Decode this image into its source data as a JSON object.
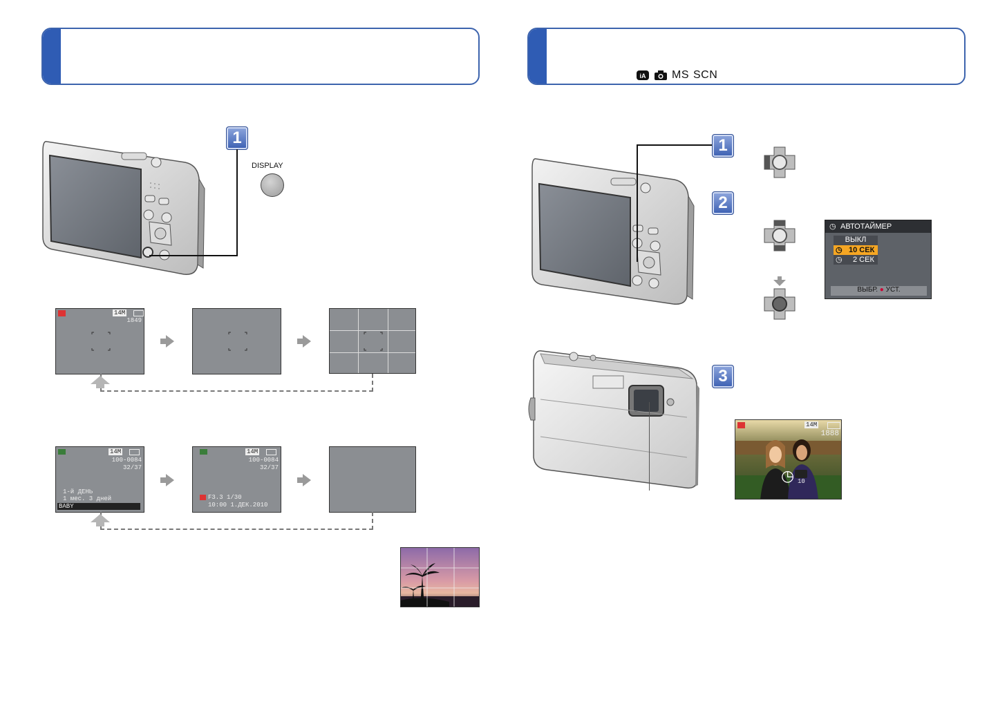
{
  "left_header": {
    "title": ""
  },
  "right_header": {
    "mode_icons": [
      "iA-icon",
      "camera-icon"
    ],
    "mode_text_ms": "MS",
    "mode_text_scn": "SCN"
  },
  "left_step1": {
    "number": "1",
    "button_label": "DISPLAY"
  },
  "right_steps": [
    {
      "number": "1"
    },
    {
      "number": "2"
    },
    {
      "number": "3"
    }
  ],
  "rec_screen": {
    "size_badge": "14M",
    "count": "1849"
  },
  "play_screen1": {
    "size_badge": "14M",
    "folder": "100-0084",
    "frame": "32/37",
    "line1": "1-й ДЕНЬ",
    "line2": "1 мес. 3 дней",
    "name": "BABY"
  },
  "play_screen2": {
    "size_badge": "14M",
    "folder": "100-0084",
    "frame": "32/37",
    "exif": "F3.3 1/30",
    "datetime": "10:00  1.ДЕК.2010"
  },
  "selftimer_menu": {
    "title": "АВТОТАЙМЕР",
    "items": [
      "ВЫКЛ",
      "10 СЕК",
      "2 СЕК"
    ],
    "selected_index": 1,
    "footer": "ВЫБР.",
    "footer_set": "УСТ."
  },
  "photo_osd": {
    "size_badge": "14M",
    "count": "1888",
    "timer": "10"
  },
  "colors": {
    "accent_blue": "#2f5cb4",
    "menu_highlight": "#f5a623"
  }
}
